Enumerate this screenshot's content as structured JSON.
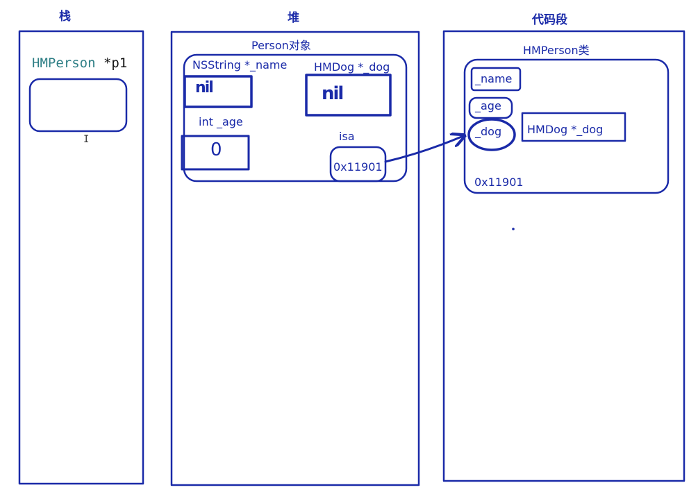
{
  "colors": {
    "ink": "#1a2aa8",
    "code_type": "#2f7f86",
    "code_var": "#111111",
    "background": "#ffffff"
  },
  "stack": {
    "title": "栈",
    "declaration": {
      "type": "HMPerson",
      "var": "*p1"
    }
  },
  "heap": {
    "title": "堆",
    "object_title": "Person对象",
    "fields": {
      "name_label": "NSString *_name",
      "name_value": "nil",
      "dog_label": "HMDog *_dog",
      "dog_value": "nil",
      "age_label": "int _age",
      "age_value": "0",
      "isa_label": "isa",
      "isa_value": "0x11901"
    }
  },
  "code_segment": {
    "title": "代码段",
    "class_title": "HMPerson类",
    "ivars": {
      "name": "_name",
      "age": "_age",
      "dog": "_dog",
      "dog_type": "HMDog *_dog"
    },
    "address": "0x11901"
  }
}
